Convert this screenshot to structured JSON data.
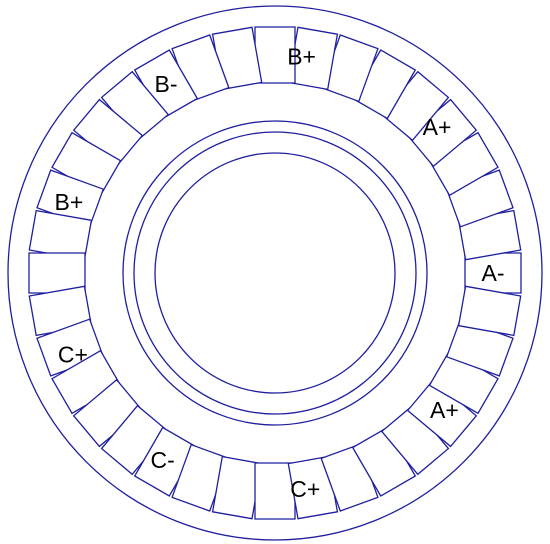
{
  "stator_diagram": {
    "stroke_color": "#1f1fa0",
    "background": "#ffffff",
    "label_color": "#000000",
    "slot_count": 36,
    "phase_labels": [
      {
        "text": "B+",
        "angle_deg": 83
      },
      {
        "text": "A+",
        "angle_deg": 42
      },
      {
        "text": "A-",
        "angle_deg": 0
      },
      {
        "text": "A+",
        "angle_deg": -39
      },
      {
        "text": "C+",
        "angle_deg": -82
      },
      {
        "text": "C-",
        "angle_deg": -121
      },
      {
        "text": "C+",
        "angle_deg": -158
      },
      {
        "text": "B+",
        "angle_deg": 161
      },
      {
        "text": "B-",
        "angle_deg": 120
      }
    ]
  }
}
